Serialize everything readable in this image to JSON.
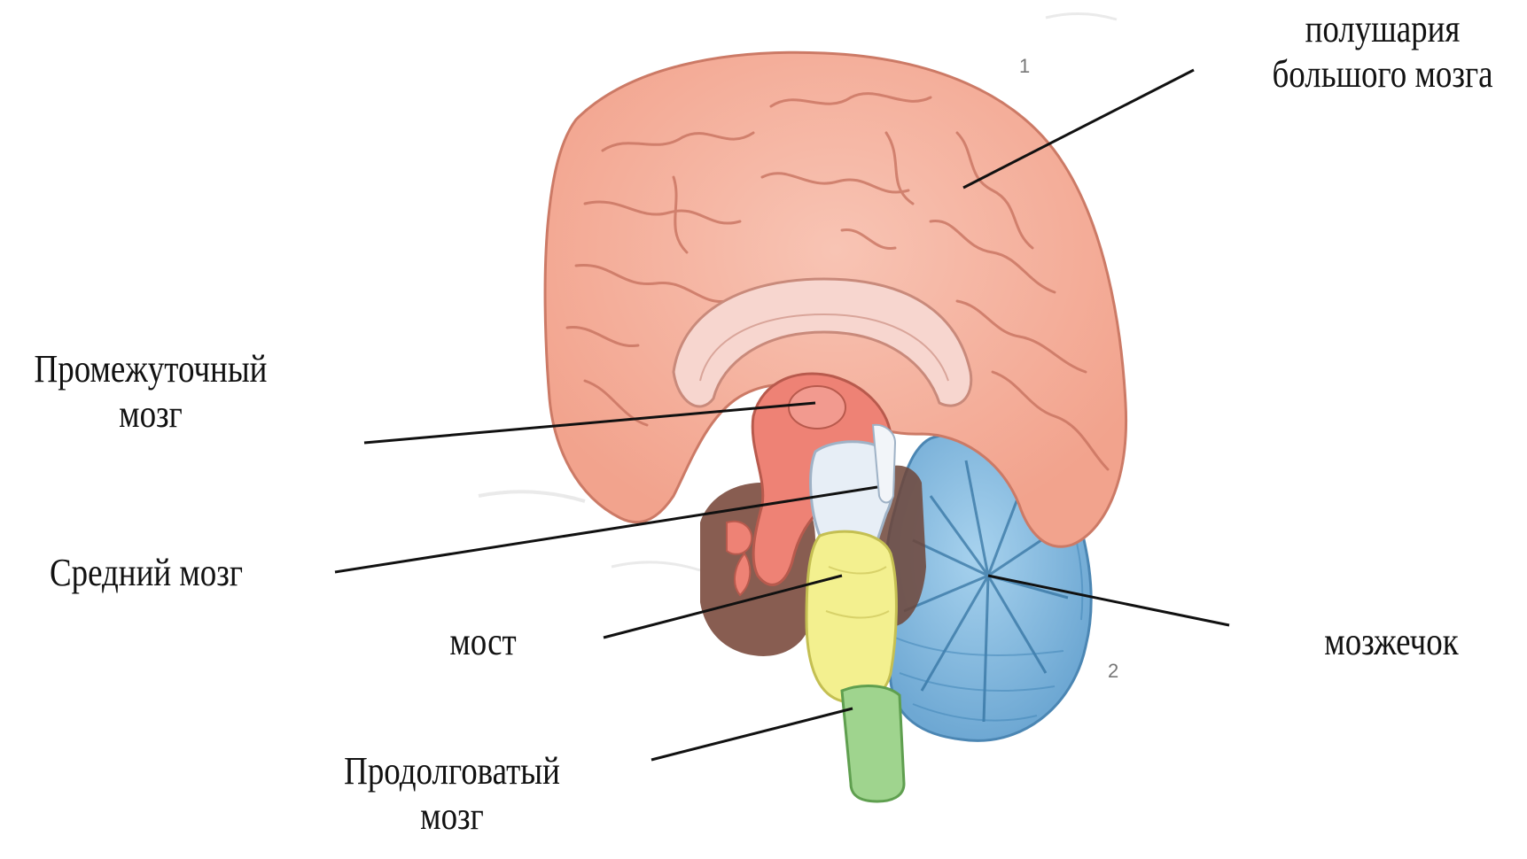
{
  "labels": {
    "hemispheres": [
      "полушария",
      "большого мозга"
    ],
    "diencephalon": [
      "Промежуточный",
      "мозг"
    ],
    "midbrain": [
      "Средний мозг"
    ],
    "pons": [
      "мост"
    ],
    "cerebellum": [
      "мозжечок"
    ],
    "medulla": [
      "Продолговатый",
      "мозг"
    ]
  },
  "figure_marks": {
    "marker_1": "1",
    "marker_2": "2"
  },
  "colors": {
    "cerebrum": "#f5b3a0",
    "cerebrum_dark": "#d9806d",
    "diencephalon": "#ee8275",
    "midbrain": "#e7eef6",
    "pons": "#f3f08f",
    "medulla": "#9fd48e",
    "cerebellum": "#89bddf",
    "cerebellum_dark": "#3f84b6",
    "leader_line": "#111111"
  }
}
